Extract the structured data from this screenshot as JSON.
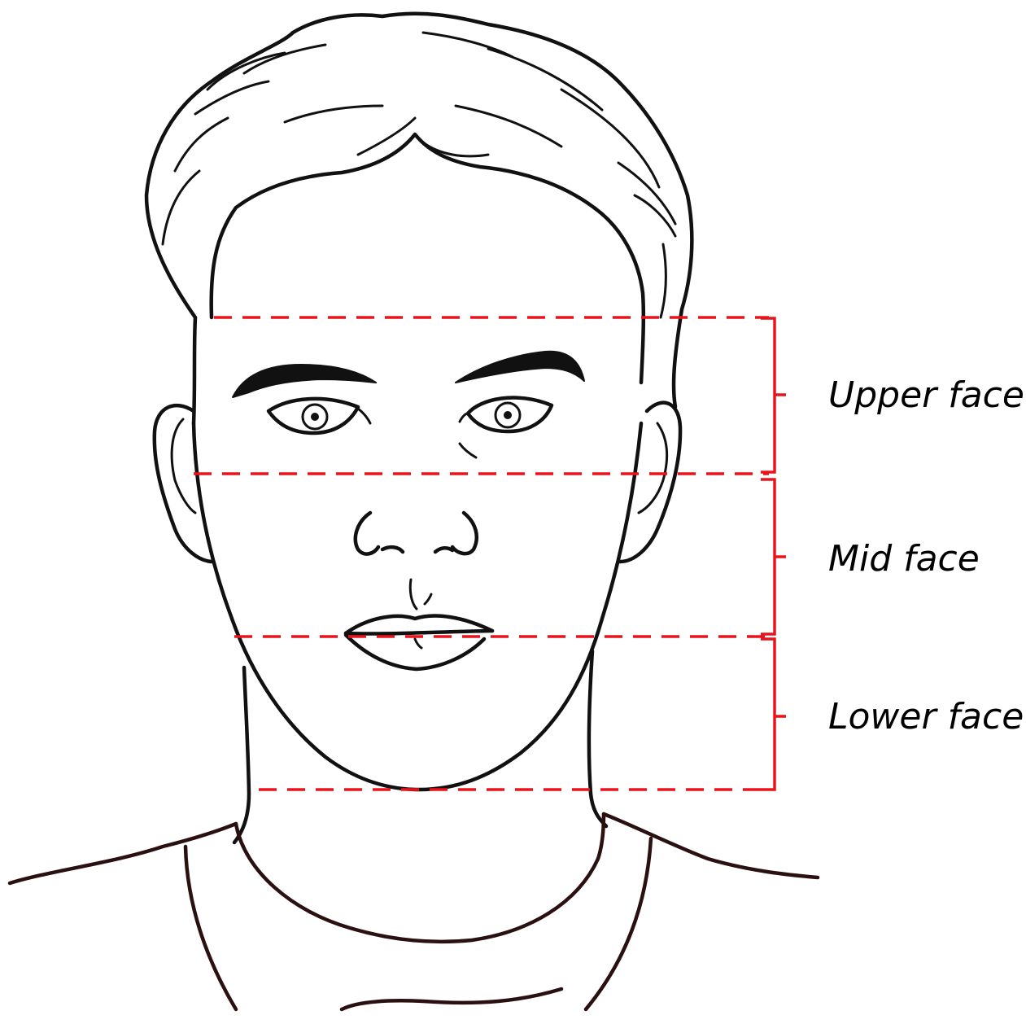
{
  "regions": [
    {
      "id": "upper",
      "label": "Upper face"
    },
    {
      "id": "mid",
      "label": "Mid face"
    },
    {
      "id": "lower",
      "label": "Lower face"
    }
  ],
  "colors": {
    "guide": "#e8141c",
    "ink": "#111111",
    "shirt": "#2a1010"
  }
}
